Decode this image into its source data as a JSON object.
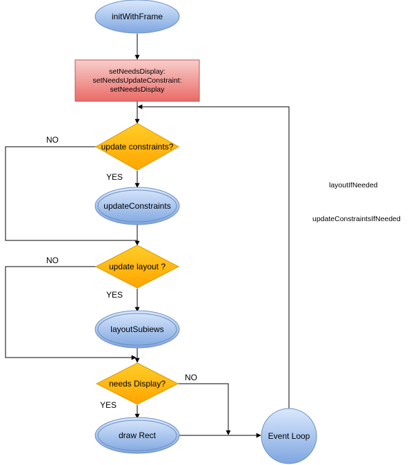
{
  "nodes": {
    "init": "initWithFrame",
    "setneeds": {
      "line1": "setNeedsDisplay:",
      "line2": "setNeedsUpdateConstraint:",
      "line3": "setNeedsDisplay"
    },
    "update_constraints_q": "update constraints?",
    "update_constraints": "updateConstraints",
    "update_layout_q": "update layout ?",
    "layout_subviews": "layoutSubiews",
    "needs_display_q": "needs Display?",
    "draw_rect": "draw Rect",
    "event_loop": "Event Loop"
  },
  "edge_labels": {
    "no1": "NO",
    "yes1": "YES",
    "no2": "NO",
    "yes2": "YES",
    "no3": "NO",
    "yes3": "YES"
  },
  "notes": {
    "layout_if_needed": "layoutIfNeeded",
    "update_constraints_if_needed": "updateConstraintsIfNeeded"
  },
  "colors": {
    "ellipse_fill": "#aac6ee",
    "ellipse_stroke": "#6c8ebf",
    "process_fill": "#ef7f7f",
    "process_stroke": "#b85450",
    "decision_fill": "#ffb300",
    "decision_stroke": "#d79b00"
  }
}
